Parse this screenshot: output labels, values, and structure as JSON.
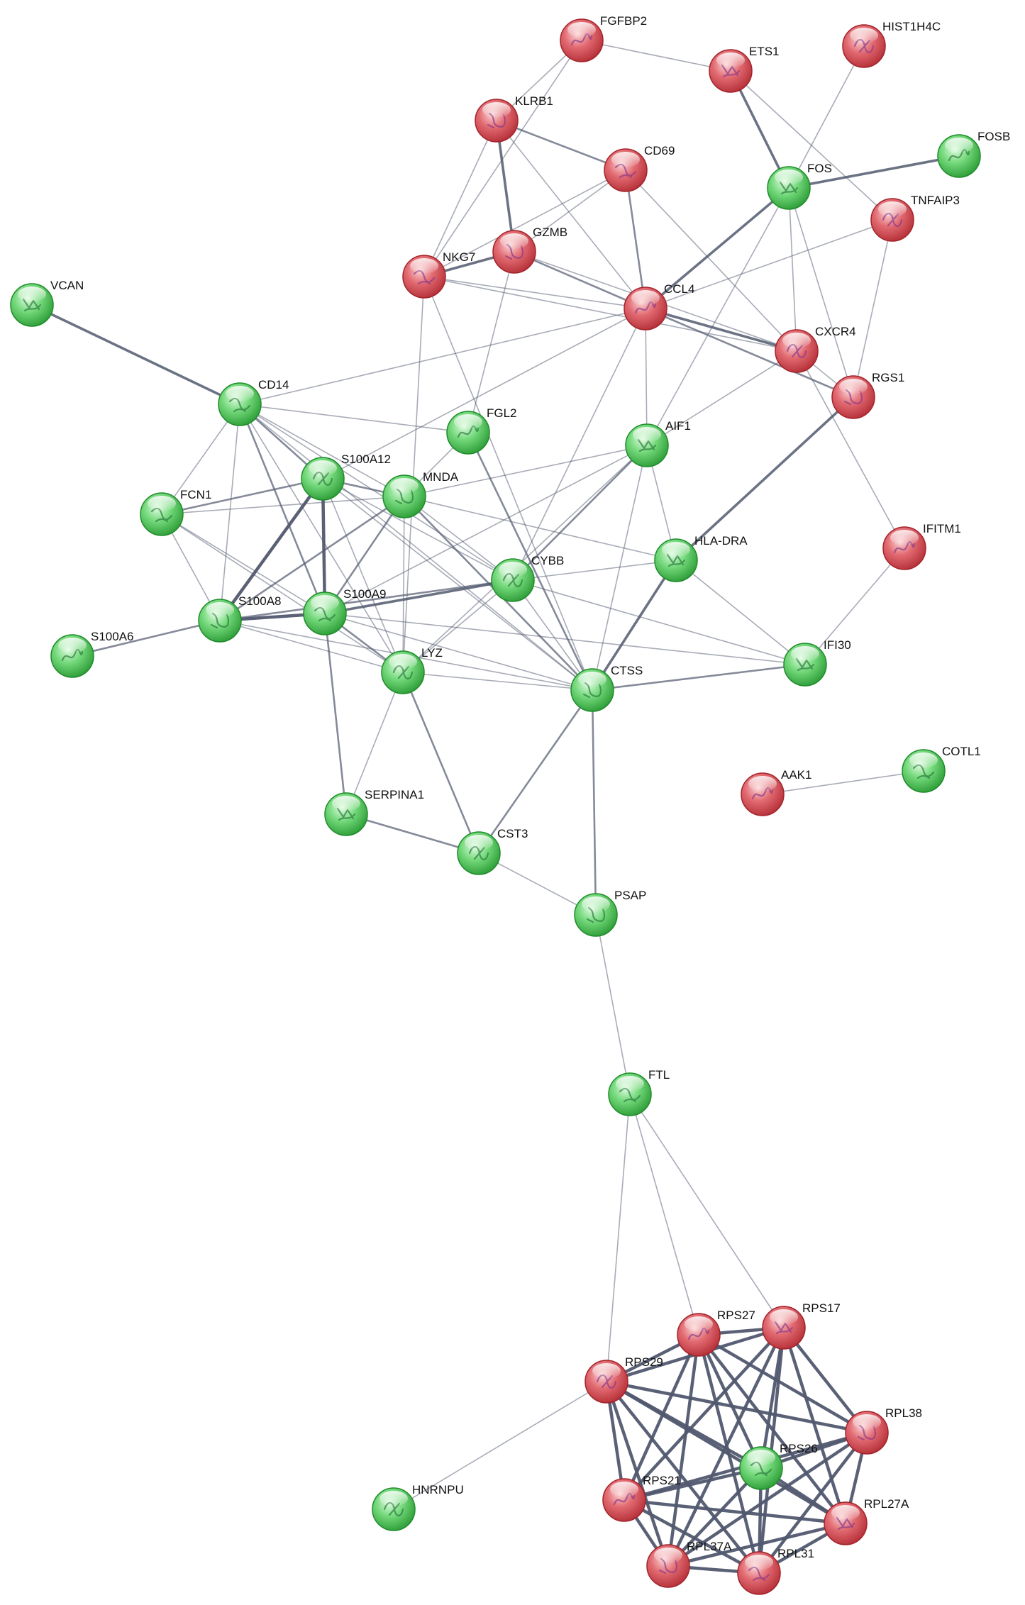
{
  "colors": {
    "down": "#e0575f",
    "down_dark": "#a3232b",
    "down_light": "#f6c0c3",
    "up": "#62d06a",
    "up_dark": "#1f8c2b",
    "up_light": "#c9f5cc",
    "edge": "#51596f"
  },
  "nodes": [
    {
      "id": "FGFBP2",
      "label": "FGFBP2",
      "regulation": "down"
    },
    {
      "id": "ETS1",
      "label": "ETS1",
      "regulation": "down"
    },
    {
      "id": "HIST1H4C",
      "label": "HIST1H4C",
      "regulation": "down"
    },
    {
      "id": "KLRB1",
      "label": "KLRB1",
      "regulation": "down"
    },
    {
      "id": "CD69",
      "label": "CD69",
      "regulation": "down"
    },
    {
      "id": "FOSB",
      "label": "FOSB",
      "regulation": "up"
    },
    {
      "id": "FOS",
      "label": "FOS",
      "regulation": "up"
    },
    {
      "id": "TNFAIP3",
      "label": "TNFAIP3",
      "regulation": "down"
    },
    {
      "id": "GZMB",
      "label": "GZMB",
      "regulation": "down"
    },
    {
      "id": "NKG7",
      "label": "NKG7",
      "regulation": "down"
    },
    {
      "id": "CCL4",
      "label": "CCL4",
      "regulation": "down"
    },
    {
      "id": "VCAN",
      "label": "VCAN",
      "regulation": "up"
    },
    {
      "id": "CXCR4",
      "label": "CXCR4",
      "regulation": "down"
    },
    {
      "id": "RGS1",
      "label": "RGS1",
      "regulation": "down"
    },
    {
      "id": "CD14",
      "label": "CD14",
      "regulation": "up"
    },
    {
      "id": "FGL2",
      "label": "FGL2",
      "regulation": "up"
    },
    {
      "id": "AIF1",
      "label": "AIF1",
      "regulation": "up"
    },
    {
      "id": "S100A12",
      "label": "S100A12",
      "regulation": "up"
    },
    {
      "id": "MNDA",
      "label": "MNDA",
      "regulation": "up"
    },
    {
      "id": "FCN1",
      "label": "FCN1",
      "regulation": "up"
    },
    {
      "id": "IFITM1",
      "label": "IFITM1",
      "regulation": "down"
    },
    {
      "id": "HLA-DRA",
      "label": "HLA-DRA",
      "regulation": "up"
    },
    {
      "id": "CYBB",
      "label": "CYBB",
      "regulation": "up"
    },
    {
      "id": "S100A8",
      "label": "S100A8",
      "regulation": "up"
    },
    {
      "id": "S100A9",
      "label": "S100A9",
      "regulation": "up"
    },
    {
      "id": "S100A6",
      "label": "S100A6",
      "regulation": "up"
    },
    {
      "id": "IFI30",
      "label": "IFI30",
      "regulation": "up"
    },
    {
      "id": "LYZ",
      "label": "LYZ",
      "regulation": "up"
    },
    {
      "id": "CTSS",
      "label": "CTSS",
      "regulation": "up"
    },
    {
      "id": "COTL1",
      "label": "COTL1",
      "regulation": "up"
    },
    {
      "id": "AAK1",
      "label": "AAK1",
      "regulation": "down"
    },
    {
      "id": "SERPINA1",
      "label": "SERPINA1",
      "regulation": "up"
    },
    {
      "id": "CST3",
      "label": "CST3",
      "regulation": "up"
    },
    {
      "id": "PSAP",
      "label": "PSAP",
      "regulation": "up"
    },
    {
      "id": "FTL",
      "label": "FTL",
      "regulation": "up"
    },
    {
      "id": "RPS27",
      "label": "RPS27",
      "regulation": "down"
    },
    {
      "id": "RPS17",
      "label": "RPS17",
      "regulation": "down"
    },
    {
      "id": "RPS29",
      "label": "RPS29",
      "regulation": "down"
    },
    {
      "id": "RPL38",
      "label": "RPL38",
      "regulation": "down"
    },
    {
      "id": "RPS26",
      "label": "RPS26",
      "regulation": "up"
    },
    {
      "id": "RPS21",
      "label": "RPS21",
      "regulation": "down"
    },
    {
      "id": "RPL27A",
      "label": "RPL27A",
      "regulation": "down"
    },
    {
      "id": "HNRNPU",
      "label": "HNRNPU",
      "regulation": "up"
    },
    {
      "id": "RPL37A",
      "label": "RPL37A",
      "regulation": "down"
    },
    {
      "id": "RPL31",
      "label": "RPL31",
      "regulation": "down"
    }
  ],
  "edges": [
    {
      "source": "FGFBP2",
      "target": "ETS1",
      "weight": 1
    },
    {
      "source": "FGFBP2",
      "target": "KLRB1",
      "weight": 1
    },
    {
      "source": "FGFBP2",
      "target": "NKG7",
      "weight": 1
    },
    {
      "source": "ETS1",
      "target": "FOS",
      "weight": 3
    },
    {
      "source": "ETS1",
      "target": "TNFAIP3",
      "weight": 1
    },
    {
      "source": "HIST1H4C",
      "target": "FOS",
      "weight": 1
    },
    {
      "source": "KLRB1",
      "target": "CD69",
      "weight": 2
    },
    {
      "source": "KLRB1",
      "target": "GZMB",
      "weight": 3
    },
    {
      "source": "KLRB1",
      "target": "NKG7",
      "weight": 1
    },
    {
      "source": "KLRB1",
      "target": "CCL4",
      "weight": 1
    },
    {
      "source": "CD69",
      "target": "GZMB",
      "weight": 1
    },
    {
      "source": "CD69",
      "target": "NKG7",
      "weight": 1
    },
    {
      "source": "CD69",
      "target": "CCL4",
      "weight": 2
    },
    {
      "source": "CD69",
      "target": "CXCR4",
      "weight": 1
    },
    {
      "source": "FOS",
      "target": "FOSB",
      "weight": 3
    },
    {
      "source": "FOS",
      "target": "CCL4",
      "weight": 3
    },
    {
      "source": "FOS",
      "target": "CXCR4",
      "weight": 1
    },
    {
      "source": "FOS",
      "target": "AIF1",
      "weight": 1
    },
    {
      "source": "FOS",
      "target": "RGS1",
      "weight": 1
    },
    {
      "source": "TNFAIP3",
      "target": "RGS1",
      "weight": 1
    },
    {
      "source": "TNFAIP3",
      "target": "CCL4",
      "weight": 1
    },
    {
      "source": "GZMB",
      "target": "NKG7",
      "weight": 3
    },
    {
      "source": "GZMB",
      "target": "CCL4",
      "weight": 2
    },
    {
      "source": "GZMB",
      "target": "CXCR4",
      "weight": 1
    },
    {
      "source": "GZMB",
      "target": "FGL2",
      "weight": 1
    },
    {
      "source": "NKG7",
      "target": "CCL4",
      "weight": 1
    },
    {
      "source": "NKG7",
      "target": "CTSS",
      "weight": 1
    },
    {
      "source": "NKG7",
      "target": "LYZ",
      "weight": 1
    },
    {
      "source": "NKG7",
      "target": "CXCR4",
      "weight": 1
    },
    {
      "source": "CCL4",
      "target": "CXCR4",
      "weight": 3
    },
    {
      "source": "CCL4",
      "target": "RGS1",
      "weight": 2
    },
    {
      "source": "CCL4",
      "target": "CD14",
      "weight": 1
    },
    {
      "source": "CCL4",
      "target": "AIF1",
      "weight": 1
    },
    {
      "source": "CCL4",
      "target": "CYBB",
      "weight": 1
    },
    {
      "source": "CCL4",
      "target": "S100A12",
      "weight": 1
    },
    {
      "source": "CXCR4",
      "target": "RGS1",
      "weight": 1
    },
    {
      "source": "CXCR4",
      "target": "AIF1",
      "weight": 1
    },
    {
      "source": "CXCR4",
      "target": "IFITM1",
      "weight": 1
    },
    {
      "source": "RGS1",
      "target": "HLA-DRA",
      "weight": 3
    },
    {
      "source": "VCAN",
      "target": "CD14",
      "weight": 3
    },
    {
      "source": "CD14",
      "target": "FGL2",
      "weight": 1
    },
    {
      "source": "CD14",
      "target": "FCN1",
      "weight": 1
    },
    {
      "source": "CD14",
      "target": "S100A12",
      "weight": 2
    },
    {
      "source": "CD14",
      "target": "MNDA",
      "weight": 1
    },
    {
      "source": "CD14",
      "target": "S100A8",
      "weight": 1
    },
    {
      "source": "CD14",
      "target": "S100A9",
      "weight": 2
    },
    {
      "source": "CD14",
      "target": "LYZ",
      "weight": 1
    },
    {
      "source": "CD14",
      "target": "CTSS",
      "weight": 1
    },
    {
      "source": "CD14",
      "target": "CYBB",
      "weight": 1
    },
    {
      "source": "FGL2",
      "target": "MNDA",
      "weight": 1
    },
    {
      "source": "FGL2",
      "target": "CTSS",
      "weight": 2
    },
    {
      "source": "AIF1",
      "target": "CYBB",
      "weight": 2
    },
    {
      "source": "AIF1",
      "target": "MNDA",
      "weight": 1
    },
    {
      "source": "AIF1",
      "target": "HLA-DRA",
      "weight": 1
    },
    {
      "source": "AIF1",
      "target": "CTSS",
      "weight": 1
    },
    {
      "source": "AIF1",
      "target": "S100A9",
      "weight": 1
    },
    {
      "source": "AIF1",
      "target": "LYZ",
      "weight": 1
    },
    {
      "source": "S100A12",
      "target": "FCN1",
      "weight": 2
    },
    {
      "source": "S100A12",
      "target": "MNDA",
      "weight": 2
    },
    {
      "source": "S100A12",
      "target": "S100A8",
      "weight": 4
    },
    {
      "source": "S100A12",
      "target": "S100A9",
      "weight": 4
    },
    {
      "source": "S100A12",
      "target": "LYZ",
      "weight": 1
    },
    {
      "source": "S100A12",
      "target": "CTSS",
      "weight": 1
    },
    {
      "source": "S100A12",
      "target": "CYBB",
      "weight": 1
    },
    {
      "source": "MNDA",
      "target": "FCN1",
      "weight": 1
    },
    {
      "source": "MNDA",
      "target": "S100A8",
      "weight": 2
    },
    {
      "source": "MNDA",
      "target": "S100A9",
      "weight": 2
    },
    {
      "source": "MNDA",
      "target": "CYBB",
      "weight": 1
    },
    {
      "source": "MNDA",
      "target": "LYZ",
      "weight": 1
    },
    {
      "source": "MNDA",
      "target": "CTSS",
      "weight": 2
    },
    {
      "source": "MNDA",
      "target": "HLA-DRA",
      "weight": 1
    },
    {
      "source": "FCN1",
      "target": "S100A8",
      "weight": 1
    },
    {
      "source": "FCN1",
      "target": "S100A9",
      "weight": 1
    },
    {
      "source": "FCN1",
      "target": "LYZ",
      "weight": 1
    },
    {
      "source": "HLA-DRA",
      "target": "CTSS",
      "weight": 3
    },
    {
      "source": "HLA-DRA",
      "target": "CYBB",
      "weight": 1
    },
    {
      "source": "HLA-DRA",
      "target": "IFI30",
      "weight": 1
    },
    {
      "source": "CYBB",
      "target": "S100A9",
      "weight": 3
    },
    {
      "source": "CYBB",
      "target": "S100A8",
      "weight": 2
    },
    {
      "source": "CYBB",
      "target": "LYZ",
      "weight": 1
    },
    {
      "source": "CYBB",
      "target": "CTSS",
      "weight": 1
    },
    {
      "source": "CYBB",
      "target": "IFI30",
      "weight": 1
    },
    {
      "source": "S100A8",
      "target": "S100A9",
      "weight": 4
    },
    {
      "source": "S100A8",
      "target": "S100A6",
      "weight": 2
    },
    {
      "source": "S100A8",
      "target": "LYZ",
      "weight": 1
    },
    {
      "source": "S100A8",
      "target": "CTSS",
      "weight": 1
    },
    {
      "source": "S100A9",
      "target": "LYZ",
      "weight": 2
    },
    {
      "source": "S100A9",
      "target": "CTSS",
      "weight": 1
    },
    {
      "source": "S100A9",
      "target": "SERPINA1",
      "weight": 2
    },
    {
      "source": "S100A9",
      "target": "IFI30",
      "weight": 1
    },
    {
      "source": "IFITM1",
      "target": "IFI30",
      "weight": 1
    },
    {
      "source": "IFI30",
      "target": "CTSS",
      "weight": 2
    },
    {
      "source": "LYZ",
      "target": "CTSS",
      "weight": 1
    },
    {
      "source": "LYZ",
      "target": "SERPINA1",
      "weight": 1
    },
    {
      "source": "LYZ",
      "target": "CST3",
      "weight": 2
    },
    {
      "source": "CTSS",
      "target": "CST3",
      "weight": 2
    },
    {
      "source": "CTSS",
      "target": "PSAP",
      "weight": 2
    },
    {
      "source": "SERPINA1",
      "target": "CST3",
      "weight": 2
    },
    {
      "source": "CST3",
      "target": "PSAP",
      "weight": 1
    },
    {
      "source": "PSAP",
      "target": "FTL",
      "weight": 1
    },
    {
      "source": "AAK1",
      "target": "COTL1",
      "weight": 1
    },
    {
      "source": "FTL",
      "target": "RPS29",
      "weight": 1
    },
    {
      "source": "FTL",
      "target": "RPS27",
      "weight": 1
    },
    {
      "source": "FTL",
      "target": "RPS17",
      "weight": 1
    },
    {
      "source": "HNRNPU",
      "target": "RPS29",
      "weight": 1
    },
    {
      "source": "RPS29",
      "target": "RPS27",
      "weight": 4
    },
    {
      "source": "RPS29",
      "target": "RPS17",
      "weight": 4
    },
    {
      "source": "RPS29",
      "target": "RPL38",
      "weight": 4
    },
    {
      "source": "RPS29",
      "target": "RPS26",
      "weight": 4
    },
    {
      "source": "RPS29",
      "target": "RPS21",
      "weight": 4
    },
    {
      "source": "RPS29",
      "target": "RPL27A",
      "weight": 4
    },
    {
      "source": "RPS29",
      "target": "RPL37A",
      "weight": 4
    },
    {
      "source": "RPS29",
      "target": "RPL31",
      "weight": 4
    },
    {
      "source": "RPS27",
      "target": "RPS17",
      "weight": 4
    },
    {
      "source": "RPS27",
      "target": "RPL38",
      "weight": 4
    },
    {
      "source": "RPS27",
      "target": "RPS26",
      "weight": 4
    },
    {
      "source": "RPS27",
      "target": "RPS21",
      "weight": 4
    },
    {
      "source": "RPS27",
      "target": "RPL27A",
      "weight": 4
    },
    {
      "source": "RPS27",
      "target": "RPL37A",
      "weight": 4
    },
    {
      "source": "RPS27",
      "target": "RPL31",
      "weight": 4
    },
    {
      "source": "RPS17",
      "target": "RPL38",
      "weight": 4
    },
    {
      "source": "RPS17",
      "target": "RPS26",
      "weight": 4
    },
    {
      "source": "RPS17",
      "target": "RPS21",
      "weight": 4
    },
    {
      "source": "RPS17",
      "target": "RPL27A",
      "weight": 4
    },
    {
      "source": "RPS17",
      "target": "RPL37A",
      "weight": 4
    },
    {
      "source": "RPS17",
      "target": "RPL31",
      "weight": 4
    },
    {
      "source": "RPL38",
      "target": "RPS26",
      "weight": 4
    },
    {
      "source": "RPL38",
      "target": "RPS21",
      "weight": 4
    },
    {
      "source": "RPL38",
      "target": "RPL27A",
      "weight": 4
    },
    {
      "source": "RPL38",
      "target": "RPL37A",
      "weight": 4
    },
    {
      "source": "RPL38",
      "target": "RPL31",
      "weight": 4
    },
    {
      "source": "RPS26",
      "target": "RPS21",
      "weight": 4
    },
    {
      "source": "RPS26",
      "target": "RPL27A",
      "weight": 4
    },
    {
      "source": "RPS26",
      "target": "RPL37A",
      "weight": 4
    },
    {
      "source": "RPS26",
      "target": "RPL31",
      "weight": 4
    },
    {
      "source": "RPS21",
      "target": "RPL27A",
      "weight": 4
    },
    {
      "source": "RPS21",
      "target": "RPL37A",
      "weight": 4
    },
    {
      "source": "RPS21",
      "target": "RPL31",
      "weight": 4
    },
    {
      "source": "RPL27A",
      "target": "RPL37A",
      "weight": 4
    },
    {
      "source": "RPL27A",
      "target": "RPL31",
      "weight": 4
    },
    {
      "source": "RPL37A",
      "target": "RPL31",
      "weight": 4
    }
  ]
}
